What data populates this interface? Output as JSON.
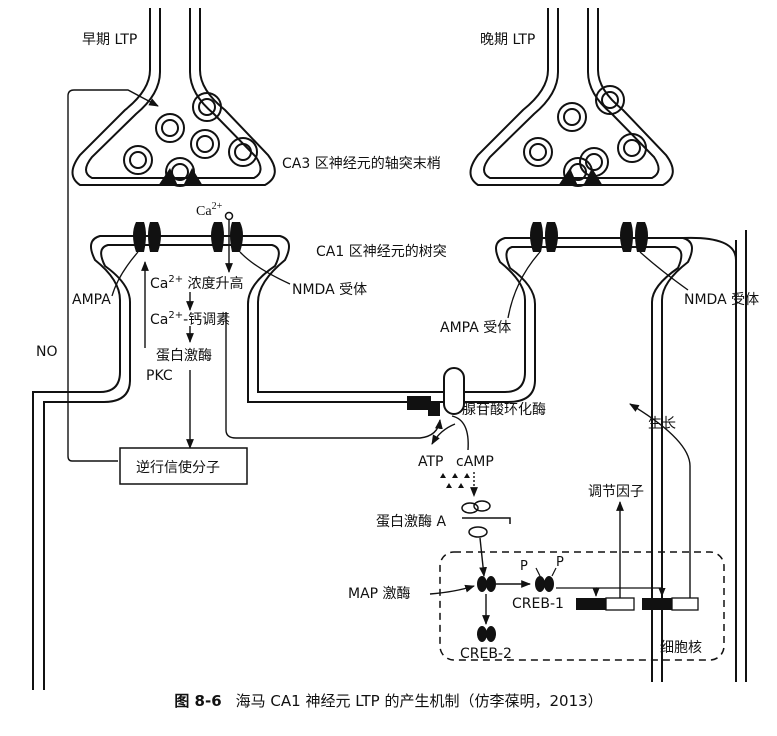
{
  "labels": {
    "early_ltp": "早期 LTP",
    "late_ltp": "晚期 LTP",
    "ca3_terminal": "CA3 区神经元的轴突末梢",
    "ca1_dendrite": "CA1 区神经元的树突",
    "ca_ion": "Ca",
    "ca_ion_sup": "2+",
    "ampa_left": "AMPA",
    "nmda_left": "NMDA 受体",
    "ampa_right": "AMPA 受体",
    "nmda_right": "NMDA 受体",
    "ca_conc_prefix": "Ca",
    "ca_conc_sup": "2+",
    "ca_conc_rest": " 浓度升高",
    "calmodulin_prefix": "Ca",
    "calmodulin_sup": "2+",
    "calmodulin_rest": "-钙调素",
    "protein_kinase": "蛋白激酶",
    "pkc": "PKC",
    "no": "NO",
    "retrograde": "逆行信使分子",
    "adenylate_cyclase": "腺苷酸环化酶",
    "atp": "ATP",
    "camp": "cAMP",
    "pka": "蛋白激酶 A",
    "map_kinase": "MAP 激酶",
    "p1": "P",
    "p2": "P",
    "creb1": "CREB-1",
    "creb2": "CREB-2",
    "regulatory_factor": "调节因子",
    "growth": "生长",
    "nucleus": "细胞核"
  },
  "caption": {
    "number": "图 8-6",
    "text": "海马 CA1 神经元 LTP 的产生机制（仿李葆明，2013）"
  }
}
